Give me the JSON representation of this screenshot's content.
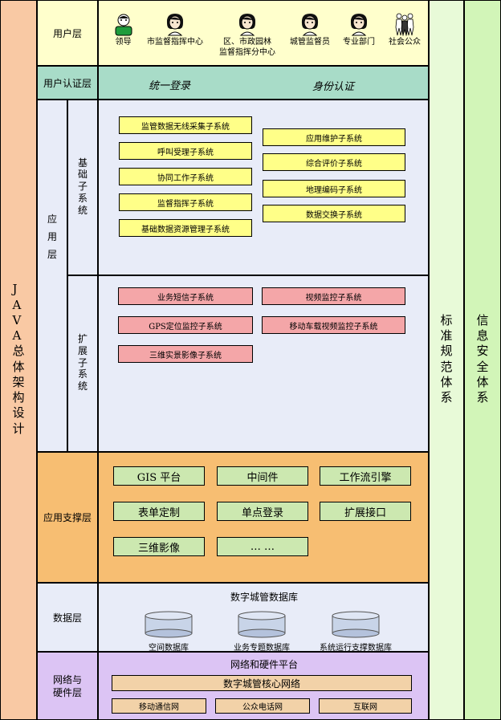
{
  "left_title": "JAVA总体架构设计",
  "right_columns": {
    "standards": "标准规范体系",
    "security": "信息安全体系"
  },
  "user_layer": {
    "label": "用户层",
    "users": [
      {
        "label": "领导",
        "icon": "leader-icon"
      },
      {
        "label": "市监督指挥中心",
        "icon": "person-icon"
      },
      {
        "label": "区、市政园林\n监督指挥分中心",
        "icon": "person-icon"
      },
      {
        "label": "城管监督员",
        "icon": "person-icon"
      },
      {
        "label": "专业部门",
        "icon": "person-icon"
      },
      {
        "label": "社会公众",
        "icon": "group-icon"
      }
    ]
  },
  "auth_layer": {
    "label": "用户认证层",
    "items": [
      "统一登录",
      "身份认证"
    ]
  },
  "app_layer": {
    "label": "应用层",
    "basic": {
      "label": "基础子系统",
      "left": [
        "监管数据无线采集子系统",
        "呼叫受理子系统",
        "协同工作子系统",
        "监督指挥子系统",
        "基础数据资源管理子系统"
      ],
      "right": [
        "应用维护子系统",
        "综合评价子系统",
        "地理编码子系统",
        "数据交换子系统"
      ]
    },
    "extended": {
      "label": "扩展子系统",
      "left": [
        "业务短信子系统",
        "GPS定位监控子系统",
        "三维实景影像子系统"
      ],
      "right": [
        "视频监控子系统",
        "移动车载视频监控子系统"
      ]
    }
  },
  "support_layer": {
    "label": "应用支撑层",
    "items": [
      "GIS 平台",
      "中间件",
      "工作流引擎",
      "表单定制",
      "单点登录",
      "扩展接口",
      "三维影像",
      "… …"
    ]
  },
  "data_layer": {
    "label": "数据层",
    "title": "数字城管数据库",
    "databases": [
      "空间数据库",
      "业务专题数据库",
      "系统运行支撑数据库"
    ]
  },
  "network_layer": {
    "label": "网络与\n硬件层",
    "title": "网络和硬件平台",
    "core": "数字城管核心网络",
    "networks": [
      "移动通信网",
      "公众电话网",
      "互联网"
    ]
  },
  "colors": {
    "left_col": "#f9c9a4",
    "user_row": "#ffffcc",
    "auth_row": "#a8dcc8",
    "app_area": "#e8ecf8",
    "support": "#f7be72",
    "data": "#e8ecf8",
    "network": "#dcc4f4",
    "standards": "#e8fad8",
    "security": "#d2f5b8"
  }
}
